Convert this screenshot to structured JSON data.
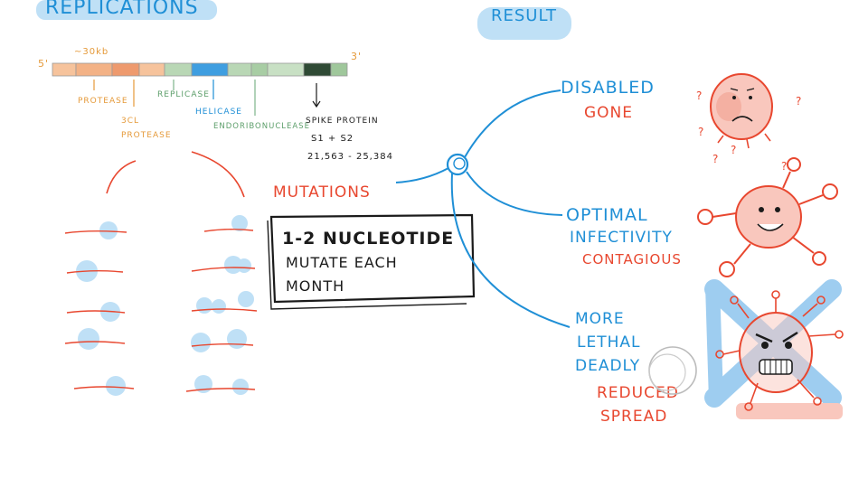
{
  "headings": {
    "replications": "REPLICATIONS",
    "result": "RESULT"
  },
  "genome": {
    "five_prime": "5'",
    "three_prime": "3'",
    "size": "~30kb",
    "labels": {
      "protease": "PROTEASE",
      "cl_protease_1": "3CL",
      "cl_protease_2": "PROTEASE",
      "replicase": "REPLICASE",
      "helicase": "HELICASE",
      "endoribonuclease": "ENDORIBONUCLEASE",
      "spike": "SPIKE PROTEIN",
      "s1s2": "S1 + S2",
      "range": "21,563 - 25,384"
    }
  },
  "mutations": {
    "label": "MUTATIONS",
    "box_line1": "1-2 NUCLEOTIDE",
    "box_line2": "MUTATE EACH",
    "box_line3": "MONTH"
  },
  "outcomes": {
    "disabled": "DISABLED",
    "gone": "GONE",
    "optimal": "OPTIMAL",
    "infectivity": "INFECTIVITY",
    "contagious": "CONTAGIOUS",
    "more": "MORE",
    "lethal": "LETHAL",
    "deadly": "DEADLY",
    "reduced": "REDUCED",
    "spread": "SPREAD"
  },
  "colors": {
    "blue": "#1f8fd6",
    "red": "#e8472f",
    "orange": "#e59a3a",
    "green": "#7db58a",
    "highlight": "#bfe0f6",
    "ink": "#1b1b1b"
  }
}
